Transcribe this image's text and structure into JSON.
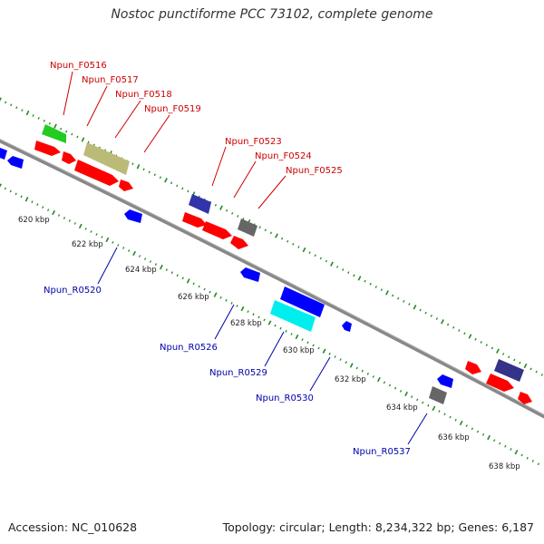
{
  "header": {
    "title": "Nostoc punctiforme PCC 73102, complete genome"
  },
  "footer": {
    "accession": "Accession: NC_010628",
    "summary": "Topology: circular; Length: 8,234,322 bp; Genes: 6,187"
  },
  "colors": {
    "backbone": "#888888",
    "forward_label": "#cc0000",
    "reverse_label": "#0000aa",
    "tick": "#228822",
    "red_gene": "#ff0000",
    "blue_gene": "#0000ff",
    "green_gene": "#22cc22",
    "olive_gene": "#bbbb77",
    "gray_gene": "#666666",
    "cyan_gene": "#00eeee",
    "navy_gene": "#333388",
    "bluewhite_gene": "#3333aa"
  },
  "scale": {
    "ticks": [
      "620 kbp",
      "622 kbp",
      "624 kbp",
      "626 kbp",
      "628 kbp",
      "630 kbp",
      "632 kbp",
      "634 kbp",
      "636 kbp",
      "638 kbp"
    ]
  },
  "forward_labels": [
    "Npun_F0516",
    "Npun_F0517",
    "Npun_F0518",
    "Npun_F0519",
    "Npun_F0523",
    "Npun_F0524",
    "Npun_F0525"
  ],
  "reverse_labels": [
    "Npun_R0520",
    "Npun_R0526",
    "Npun_R0529",
    "Npun_R0530",
    "Npun_R0537"
  ]
}
